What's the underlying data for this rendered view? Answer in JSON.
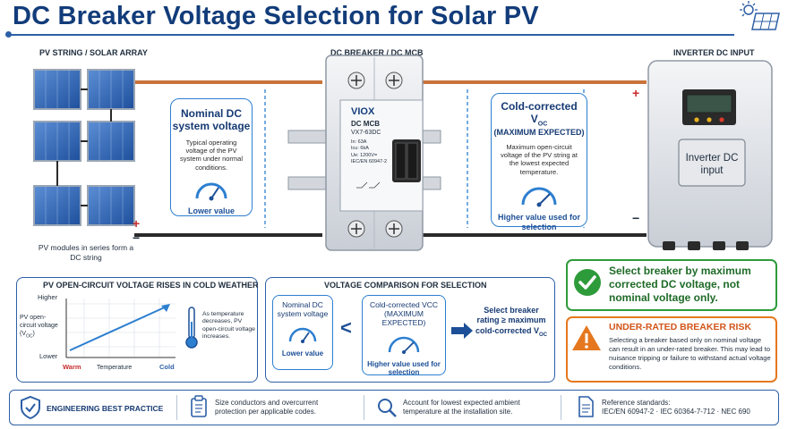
{
  "title": "DC Breaker Voltage Selection for Solar PV",
  "sections": {
    "pv_string": "PV STRING / SOLAR ARRAY",
    "breaker": "DC BREAKER / DC MCB",
    "inverter": "INVERTER DC INPUT"
  },
  "pv_caption": "PV modules in series form a DC string",
  "polarity": {
    "plus": "+",
    "minus": "−"
  },
  "nominal_callout": {
    "heading": "Nominal DC system voltage",
    "body": "Typical operating voltage of the PV system under normal conditions.",
    "footer": "Lower value"
  },
  "cold_callout": {
    "heading": "Cold-corrected V",
    "heading_sub": "OC",
    "heading2": "(MAXIMUM EXPECTED)",
    "body": "Maximum open-circuit voltage of the PV string at the lowest expected temperature.",
    "footer": "Higher value used for selection"
  },
  "breaker": {
    "brand": "VIOX",
    "type": "DC MCB",
    "model": "VX7-63DC",
    "specs": [
      "In: 63A",
      "Icu: 6kA",
      "Ue: 1200V=",
      "IEC/EN 60947-2"
    ]
  },
  "inverter": {
    "label": "Inverter DC input",
    "led_colors": [
      "#e8b21d",
      "#e8b21d",
      "#d93a2b"
    ]
  },
  "cold_weather": {
    "title": "PV OPEN-CIRCUIT VOLTAGE RISES IN COLD WEATHER",
    "y_axis": "PV open-circuit voltage (V",
    "y_axis_sub": "OC",
    "y_axis_end": ")",
    "higher": "Higher",
    "lower": "Lower",
    "warm": "Warm",
    "temperature": "Temperature",
    "cold": "Cold",
    "note": "As temperature decreases, PV open-circuit voltage increases."
  },
  "comparison": {
    "title": "VOLTAGE COMPARISON FOR SELECTION",
    "nominal_heading": "Nominal DC system voltage",
    "nominal_footer": "Lower value",
    "less_than": "<",
    "cold_heading": "Cold-corrected VCC (MAXIMUM EXPECTED)",
    "cold_footer": "Higher value used for selection",
    "result": "Select breaker rating ≥ maximum cold-corrected V",
    "result_sub": "OC"
  },
  "select_box": {
    "text": "Select breaker by maximum corrected DC voltage, not nominal voltage only.",
    "color": "#2e9b3a"
  },
  "risk_box": {
    "title": "UNDER-RATED BREAKER RISK",
    "text": "Selecting a breaker based only on nominal voltage can result in an under-rated breaker. This may lead to nuisance tripping or failure to withstand actual voltage conditions.",
    "color": "#e5781f"
  },
  "footer": {
    "best_practice": "ENGINEERING BEST PRACTICE",
    "item1": "Size conductors and overcurrent protection per applicable codes.",
    "item2": "Account for lowest expected ambient temperature at the installation site.",
    "item3_title": "Reference standards:",
    "item3": "IEC/EN 60947-2 · IEC 60364-7-712 · NEC 690"
  },
  "icons": [
    "sun-solar-panel-icon",
    "gauge-icon",
    "thermometer-icon",
    "check-icon",
    "warning-icon",
    "shield-check-icon",
    "clipboard-icon",
    "magnifier-icon",
    "document-icon"
  ],
  "colors": {
    "navy": "#123c7a",
    "blue": "#2d7fd0",
    "copper": "#c8733a",
    "green": "#2e9b3a",
    "orange": "#e5781f"
  }
}
